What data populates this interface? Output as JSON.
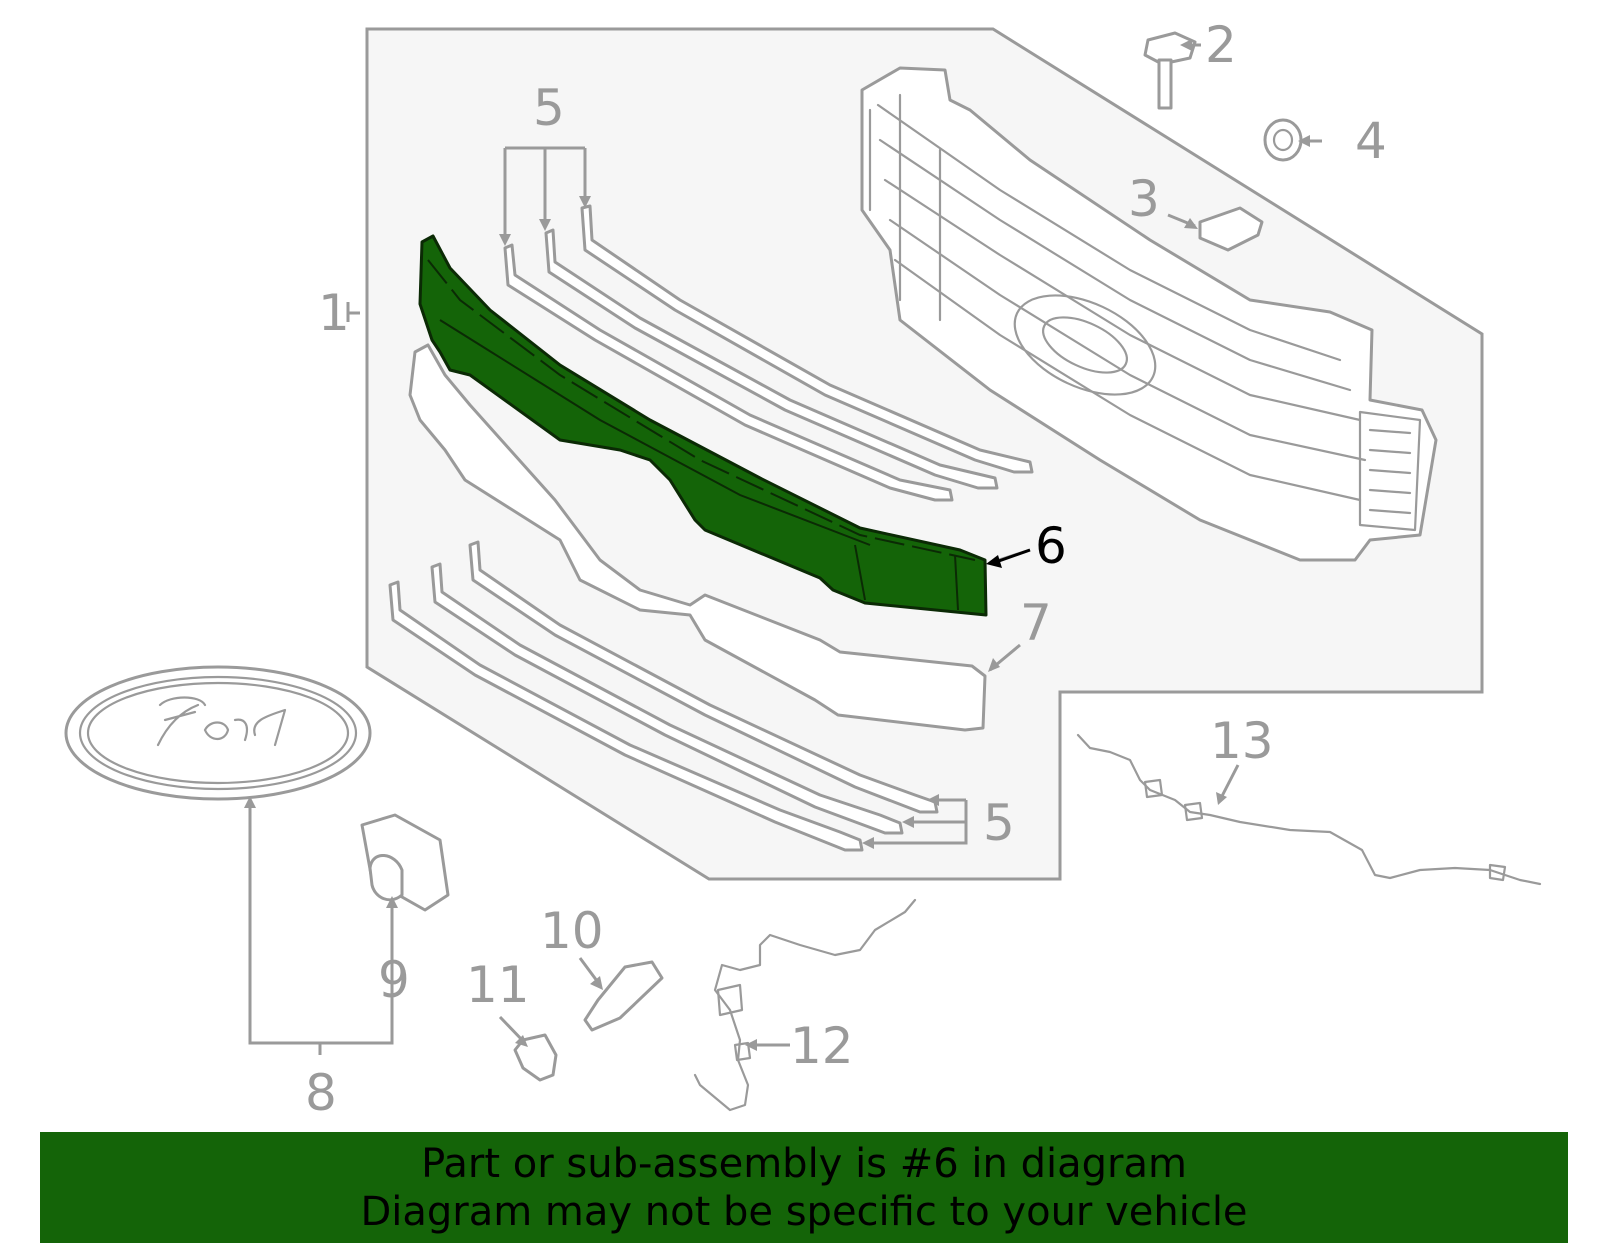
{
  "callouts": {
    "c1": "1",
    "c2": "2",
    "c3": "3",
    "c4": "4",
    "c5_top": "5",
    "c5_bottom": "5",
    "c6": "6",
    "c7": "7",
    "c8": "8",
    "c9": "9",
    "c10": "10",
    "c11": "11",
    "c12": "12",
    "c13": "13"
  },
  "highlighted_part": "6",
  "colors": {
    "highlight_fill": "#146408",
    "line_gray": "#9a9a9a",
    "panel_fill": "#f6f6f6",
    "banner_bg": "#146408"
  },
  "banner": {
    "line1": "Part or sub-assembly is #6 in diagram",
    "line2": "Diagram may not be specific to your vehicle"
  }
}
